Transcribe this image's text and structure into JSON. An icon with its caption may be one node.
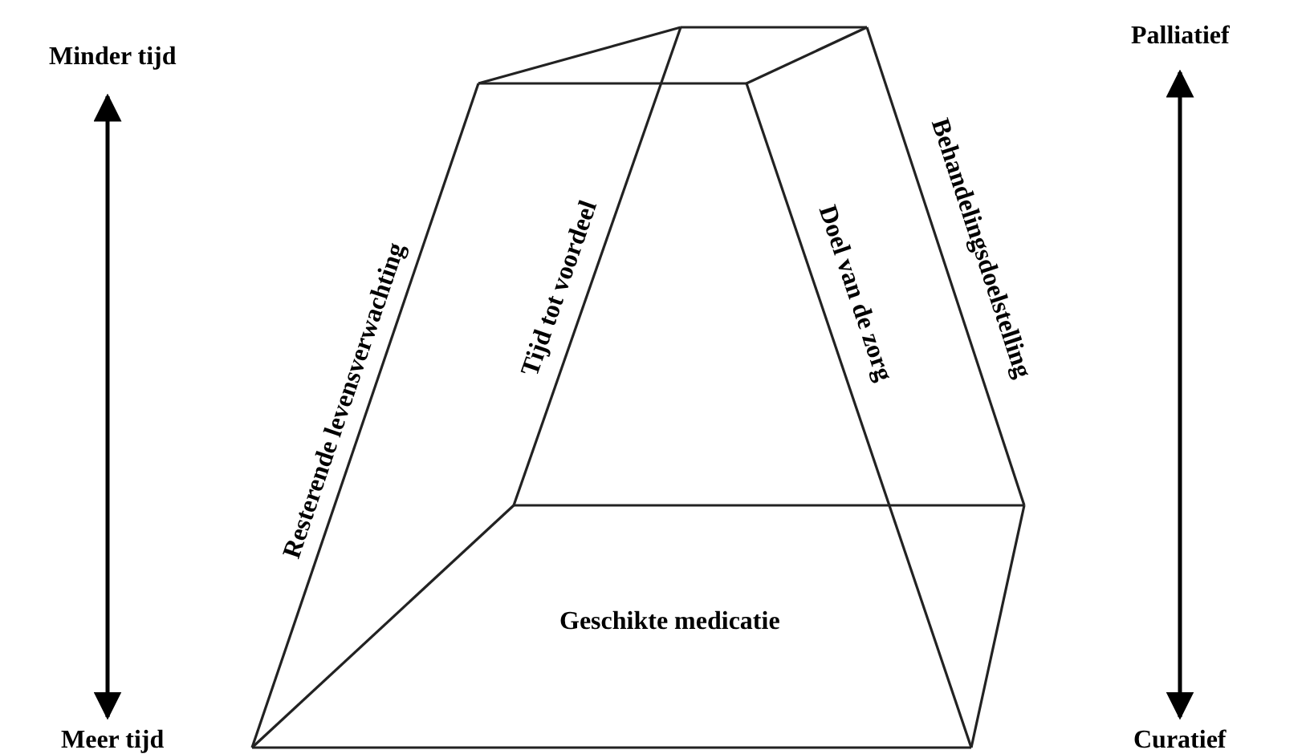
{
  "diagram": {
    "labels": [
      "Minder tijd",
      "Palliatief",
      "Resterende levensverwachting",
      "Tijd tot voordeel",
      "Doel van de zorg",
      "Behandelingsdoelstelling",
      "Geschikte medicatie",
      "Meer tijd",
      "Curatief"
    ]
  }
}
